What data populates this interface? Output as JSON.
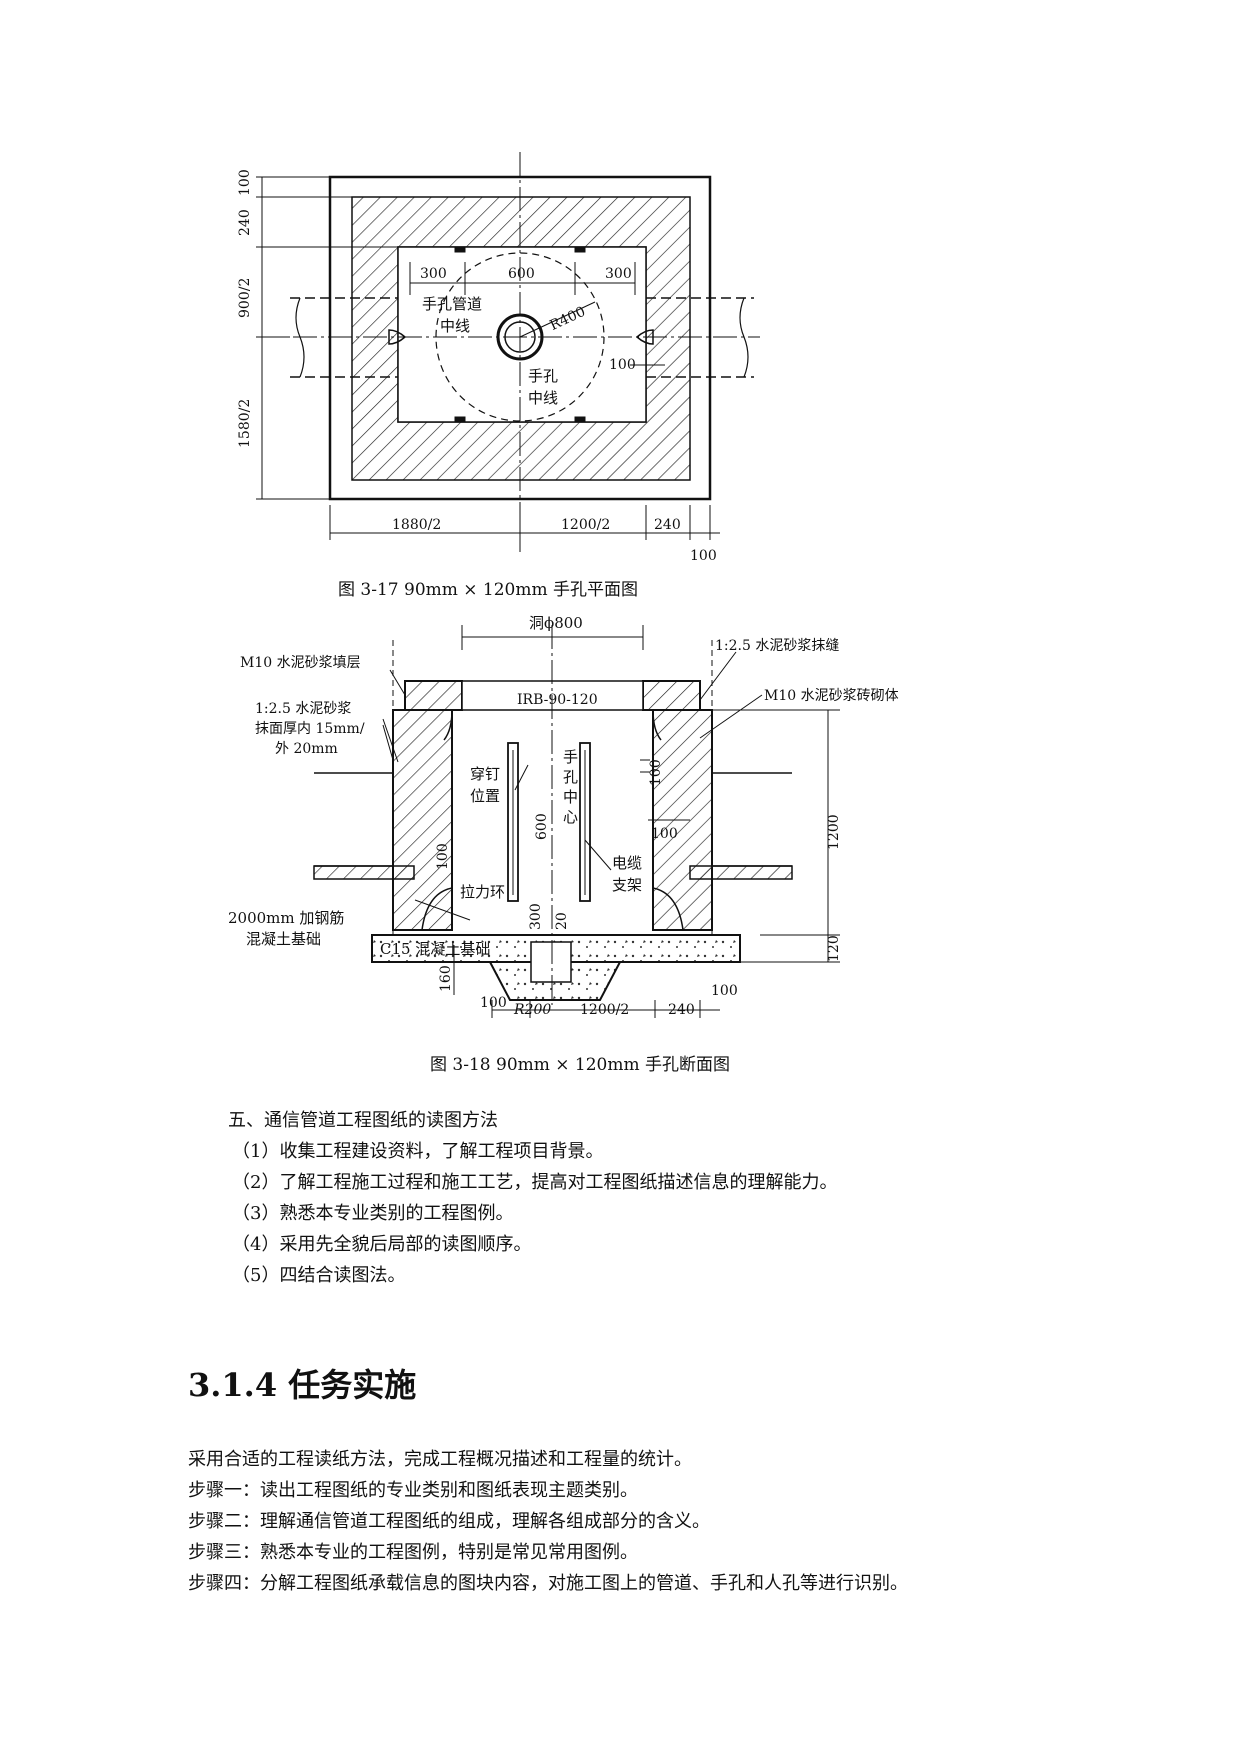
{
  "figure1": {
    "caption": "图 3-17    90mm × 120mm 手孔平面图",
    "labels": {
      "d100_top": "100",
      "d240_left": "240",
      "d900": "900/2",
      "d1580": "1580/2",
      "d300a": "300",
      "d600": "600",
      "d300b": "300",
      "pipe_center": "手孔管道",
      "pipe_center2": "中线",
      "r400": "R400",
      "d100_right": "100",
      "hole_center": "手孔",
      "hole_center2": "中线",
      "b1880": "1880/2",
      "b1200": "1200/2",
      "b240": "240",
      "b100": "100"
    }
  },
  "figure2": {
    "caption": "图 3-18    90mm × 120mm 手孔断面图",
    "labels": {
      "dia800": "洞ϕ800",
      "m10_fill": "M10 水泥砂浆填层",
      "mortar_joint": "1:2.5 水泥砂浆抹缝",
      "irb": "IRB-90-120",
      "m10_brick": "M10 水泥砂浆砖砌体",
      "plaster1": "1:2.5 水泥砂浆",
      "plaster2": "抹面厚内 15mm/",
      "plaster3": "外 20mm",
      "nail1": "穿钉",
      "nail2": "位置",
      "hc1": "手",
      "hc2": "孔",
      "hc3": "中",
      "hc4": "心",
      "v600": "600",
      "v100": "100",
      "v1200": "1200",
      "v100b": "100",
      "v100c": "100",
      "cable1": "电缆",
      "cable2": "支架",
      "ring": "拉力环",
      "found1": "2000mm 加钢筋",
      "found2": "混凝土基础",
      "c15": "C15 混凝土基础",
      "v300": "300",
      "v20": "20",
      "v120": "120",
      "v160": "160",
      "b100a": "100",
      "r200": "R200",
      "b1200": "1200/2",
      "b240": "240",
      "b100r": "100"
    }
  },
  "section5": {
    "title": "五、通信管道工程图纸的读图方法",
    "items": [
      "（1）收集工程建设资料，了解工程项目背景。",
      "（2）了解工程施工过程和施工工艺，提高对工程图纸描述信息的理解能力。",
      "（3）熟悉本专业类别的工程图例。",
      "（4）采用先全貌后局部的读图顺序。",
      "（5）四结合读图法。"
    ]
  },
  "section314": {
    "title": "3.1.4 任务实施",
    "paragraphs": [
      "采用合适的工程读纸方法，完成工程概况描述和工程量的统计。",
      "步骤一：读出工程图纸的专业类别和图纸表现主题类别。",
      "步骤二：理解通信管道工程图纸的组成，理解各组成部分的含义。",
      "步骤三：熟悉本专业的工程图例，特别是常见常用图例。",
      "步骤四：分解工程图纸承载信息的图块内容，对施工图上的管道、手孔和人孔等进行识别。"
    ]
  }
}
